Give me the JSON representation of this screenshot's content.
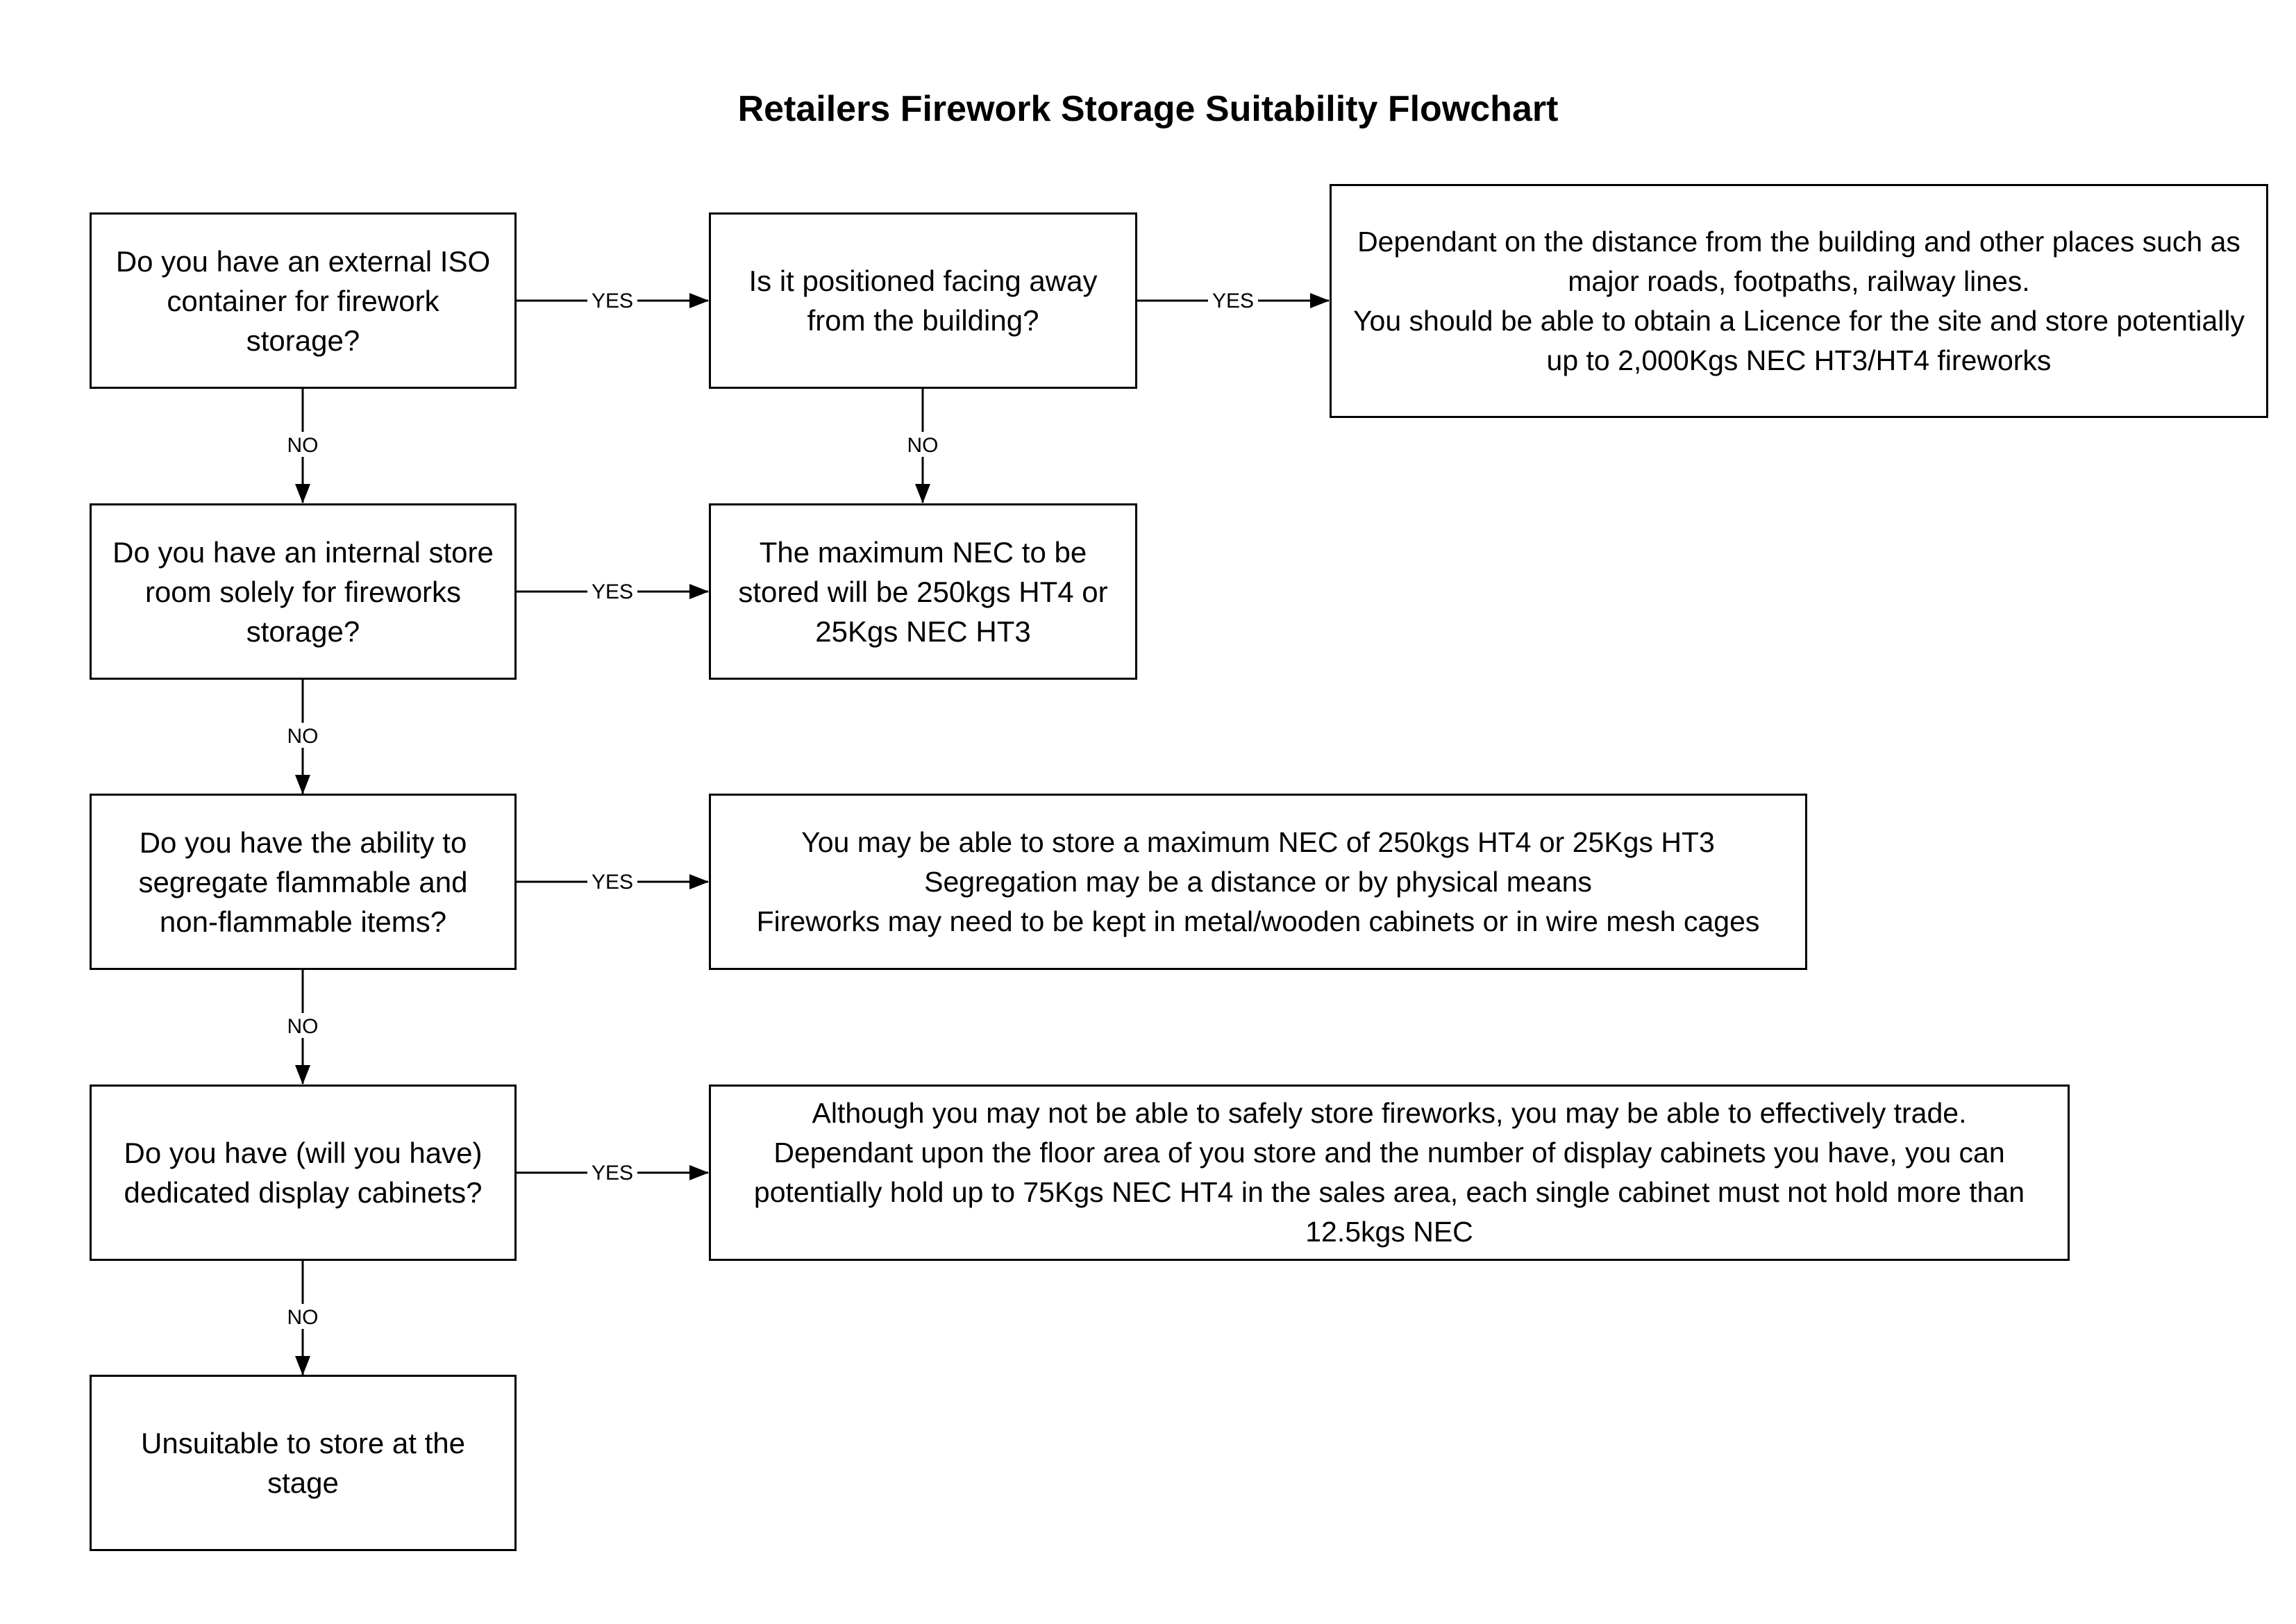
{
  "title": "Retailers Firework Storage Suitability Flowchart",
  "nodes": {
    "q1": "Do you have an external ISO container for firework storage?",
    "q1_yes": "Is it positioned facing away from the building?",
    "q1_yes_yes": [
      "Dependant on the distance from the building and other places such as major roads, footpaths, railway lines.",
      "You should be able to obtain a Licence for the site and store potentially up to 2,000Kgs NEC HT3/HT4 fireworks"
    ],
    "q1_yes_no": "The maximum NEC to be stored will be 250kgs HT4 or 25Kgs NEC HT3",
    "q2": "Do you have an internal store room solely for fireworks storage?",
    "q3": "Do you have the ability to segregate flammable and non-flammable items?",
    "q3_yes": [
      "You may be able to store a maximum NEC of 250kgs HT4 or 25Kgs HT3",
      "Segregation may be a distance or by physical means",
      "Fireworks may need to be kept in metal/wooden cabinets or in wire mesh cages"
    ],
    "q4": "Do you have (will you have) dedicated display cabinets?",
    "q4_yes": [
      "Although you may not be able to safely store fireworks, you may be able to effectively trade.",
      "Dependant upon the floor area of you store and the number of display cabinets you have, you can potentially hold up to 75Kgs NEC HT4 in the sales area, each single cabinet must not hold more than 12.5kgs NEC"
    ],
    "end": "Unsuitable to store at the stage"
  },
  "edge_labels": {
    "q1_to_q1_yes": "YES",
    "q1_yes_to_q1_yes_yes": "YES",
    "q1_to_q2": "NO",
    "q1_yes_to_q1_yes_no": "NO",
    "q2_to_q1_yes_no": "YES",
    "q2_to_q3": "NO",
    "q3_to_q3_yes": "YES",
    "q3_to_q4": "NO",
    "q4_to_q4_yes": "YES",
    "q4_to_end": "NO"
  }
}
